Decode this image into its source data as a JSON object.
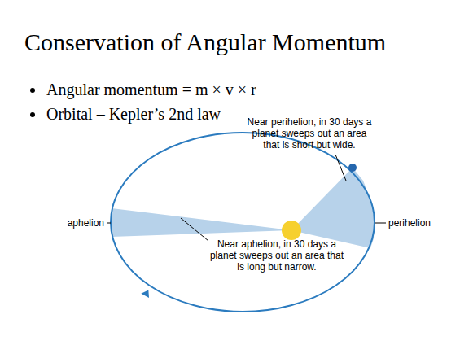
{
  "diagram": {
    "title": "Conservation of Angular Momentum",
    "labels": [
      "Angular momentum = m × v × r",
      "Orbital – Kepler’s 2nd law",
      "Near perihelion, in 30 days a planet sweeps out an area that is short but wide.",
      "aphelion",
      "perihelion",
      "Near aphelion, in 30 days a planet sweeps out an area that is long but narrow."
    ]
  }
}
